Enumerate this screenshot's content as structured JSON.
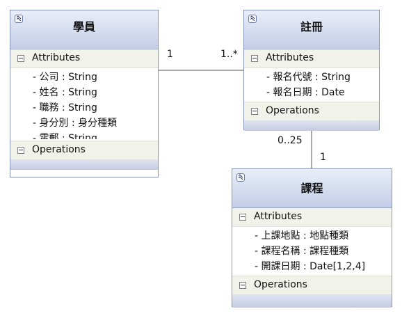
{
  "classes": {
    "student": {
      "name": "學員",
      "attributes_label": "Attributes",
      "attributes": [
        "- 公司 : String",
        "- 姓名 : String",
        "- 職務 : String",
        "- 身分別 : 身分種類",
        "- 電郵 : String"
      ],
      "operations_label": "Operations"
    },
    "registration": {
      "name": "註冊",
      "attributes_label": "Attributes",
      "attributes": [
        "- 報名代號 : String",
        "- 報名日期 : Date"
      ],
      "operations_label": "Operations"
    },
    "course": {
      "name": "課程",
      "attributes_label": "Attributes",
      "attributes": [
        "- 上課地點 : 地點種類",
        "- 課程名稱 : 課程種類",
        "- 開課日期 : Date[1,2,4]"
      ],
      "operations_label": "Operations"
    }
  },
  "associations": {
    "student_registration": {
      "source_multiplicity": "1",
      "target_multiplicity": "1..*"
    },
    "registration_course": {
      "source_multiplicity": "0..25",
      "target_multiplicity": "1"
    }
  }
}
